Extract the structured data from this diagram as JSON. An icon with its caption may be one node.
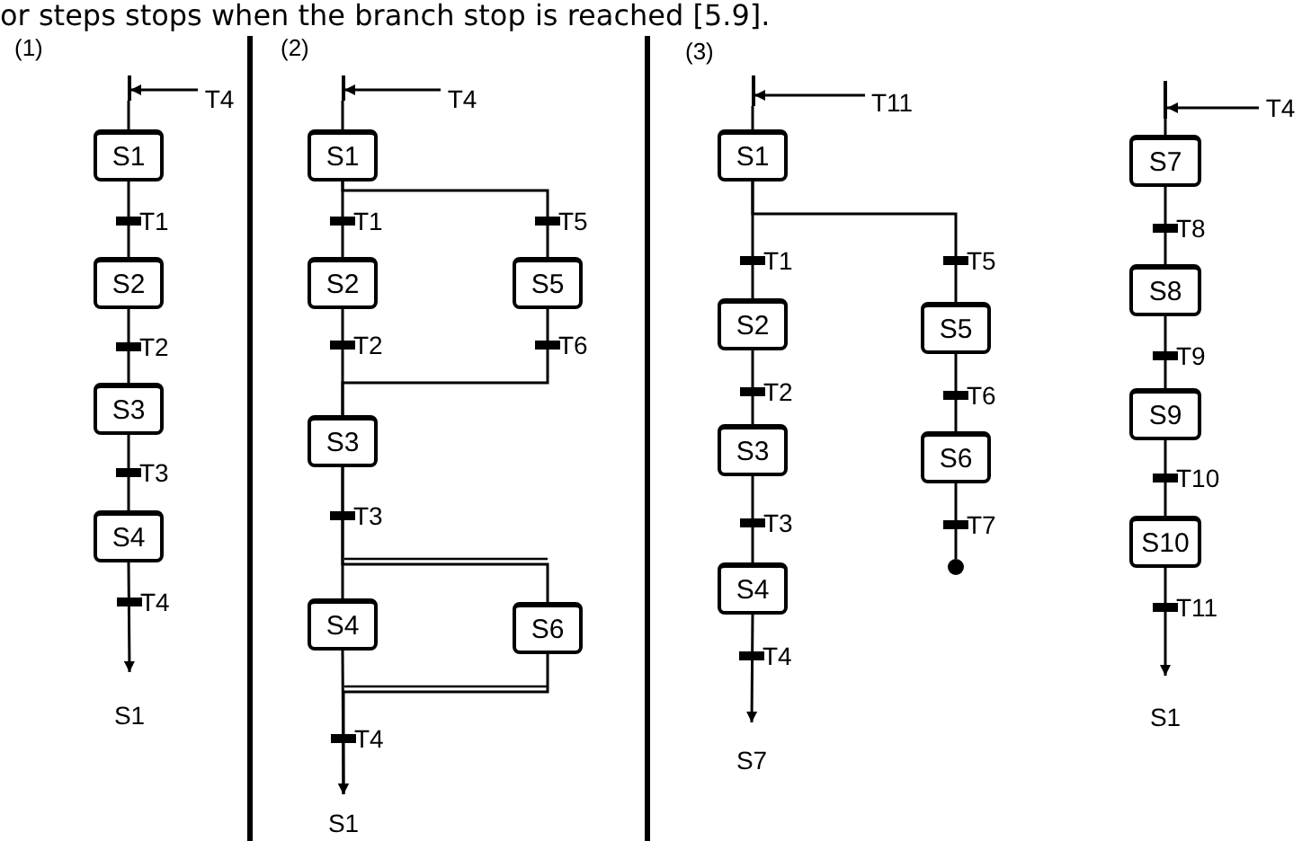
{
  "diagram": {
    "nodes": [
      {
        "text": [
          "T4"
        ]
      },
      {
        "text": [
          "S1"
        ]
      },
      {
        "text": [
          "S2"
        ]
      },
      {
        "text": [
          "S3"
        ]
      },
      {
        "text": [
          "S4"
        ]
      },
      {
        "text": [
          "S1"
        ]
      },
      {
        "text": [
          "T4"
        ]
      },
      {
        "text": [
          "S1"
        ]
      },
      {
        "text": [
          "S2"
        ]
      },
      {
        "text": [
          "S5"
        ]
      },
      {
        "text": [
          "S3"
        ]
      },
      {
        "text": [
          "S4"
        ]
      },
      {
        "text": [
          "S6"
        ]
      },
      {
        "text": [
          "S1"
        ]
      },
      {
        "text": [
          "T11"
        ]
      },
      {
        "text": [
          "S1"
        ]
      },
      {
        "text": [
          "S2"
        ]
      },
      {
        "text": [
          "S5"
        ]
      },
      {
        "text": [
          "S3"
        ]
      },
      {
        "text": [
          "S6"
        ]
      },
      {
        "text": [
          "S4"
        ]
      },
      {
        "text": [],
        "shape": "circle"
      },
      {
        "text": [
          "S7"
        ]
      },
      {
        "text": [
          "T4"
        ]
      },
      {
        "text": [
          "S7"
        ]
      },
      {
        "text": [
          "S8"
        ]
      },
      {
        "text": [
          "S9"
        ]
      },
      {
        "text": [
          "S10"
        ]
      },
      {
        "text": [
          "S1"
        ]
      },
      {
        "text": [],
        "shape": "bar"
      },
      {
        "text": [],
        "shape": "bar"
      },
      {
        "text": [],
        "shape": "bar"
      },
      {
        "text": [],
        "shape": "bar"
      }
    ],
    "edges": [
      {
        "from": 0,
        "to": 29,
        "arrow": "to"
      },
      {
        "from": 1,
        "to": 2,
        "label": "T1",
        "arrow": "none"
      },
      {
        "from": 2,
        "to": 3,
        "label": "T2",
        "arrow": "none"
      },
      {
        "from": 3,
        "to": 4,
        "label": "T3",
        "arrow": "none"
      },
      {
        "from": 4,
        "to": 5,
        "label": "T4",
        "arrow": "to"
      },
      {
        "from": 6,
        "to": 30,
        "arrow": "to"
      },
      {
        "from": 7,
        "to": 8,
        "label": "T1",
        "arrow": "none"
      },
      {
        "from": 7,
        "to": 9,
        "label": "T5",
        "arrow": "none"
      },
      {
        "from": 8,
        "to": 10,
        "label": "T2",
        "arrow": "none"
      },
      {
        "from": 9,
        "to": 10,
        "label": "T6",
        "arrow": "none"
      },
      {
        "from": 10,
        "to": 11,
        "label": "T3",
        "arrow": "none"
      },
      {
        "from": 10,
        "to": 12,
        "arrow": "none"
      },
      {
        "from": 11,
        "to": 13,
        "label": "T4",
        "arrow": "to"
      },
      {
        "from": 12,
        "to": 13,
        "arrow": "to"
      },
      {
        "from": 14,
        "to": 31,
        "arrow": "to"
      },
      {
        "from": 15,
        "to": 16,
        "label": "T1",
        "arrow": "none"
      },
      {
        "from": 15,
        "to": 17,
        "label": "T5",
        "arrow": "none"
      },
      {
        "from": 16,
        "to": 18,
        "label": "T2",
        "arrow": "none"
      },
      {
        "from": 18,
        "to": 20,
        "label": "T3",
        "arrow": "none"
      },
      {
        "from": 20,
        "to": 22,
        "label": "T4",
        "arrow": "to"
      },
      {
        "from": 17,
        "to": 19,
        "label": "T6",
        "arrow": "none"
      },
      {
        "from": 19,
        "to": 21,
        "label": "T7",
        "arrow": "none"
      },
      {
        "from": 23,
        "to": 32,
        "arrow": "to"
      },
      {
        "from": 24,
        "to": 25,
        "label": "T8",
        "arrow": "none"
      },
      {
        "from": 25,
        "to": 26,
        "label": "T9",
        "arrow": "none"
      },
      {
        "from": 26,
        "to": 27,
        "label": "T10",
        "arrow": "none"
      },
      {
        "from": 27,
        "to": 28,
        "label": "T11",
        "arrow": "to"
      },
      {
        "from": 29,
        "to": 1,
        "arrow": "none"
      },
      {
        "from": 30,
        "to": 7,
        "arrow": "none"
      },
      {
        "from": 31,
        "to": 15,
        "arrow": "none"
      },
      {
        "from": 32,
        "to": 24,
        "arrow": "none"
      }
    ],
    "labels": [
      "or steps stops when the branch stop is reached [5.9].",
      "(1)",
      "(2)",
      "(3)"
    ]
  }
}
